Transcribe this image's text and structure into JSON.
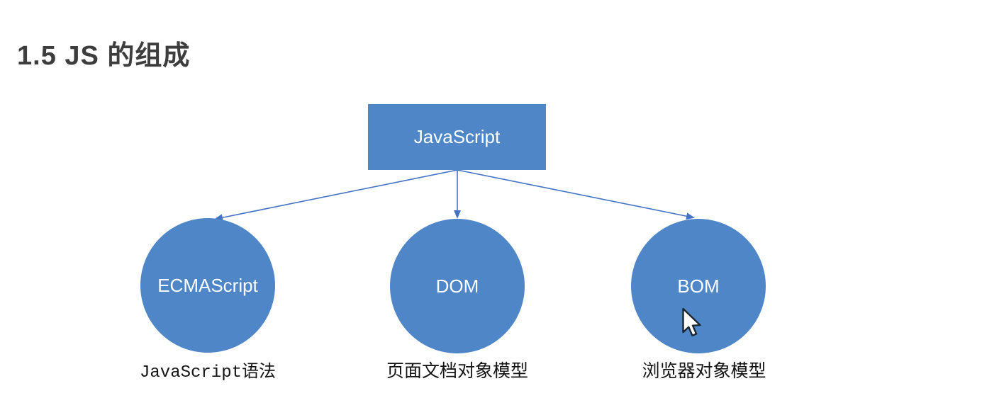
{
  "page": {
    "title": "1.5 JS 的组成"
  },
  "diagram": {
    "root": {
      "label": "JavaScript"
    },
    "nodes": [
      {
        "label": "ECMAScript",
        "caption": "JavaScript语法"
      },
      {
        "label": "DOM",
        "caption": "页面文档对象模型"
      },
      {
        "label": "BOM",
        "caption": "浏览器对象模型"
      }
    ],
    "colors": {
      "shape_fill": "#4e86c8",
      "connector": "#4472c4",
      "shape_text": "#ffffff",
      "title_text": "#3d3d3d",
      "caption_text": "#141414"
    }
  }
}
